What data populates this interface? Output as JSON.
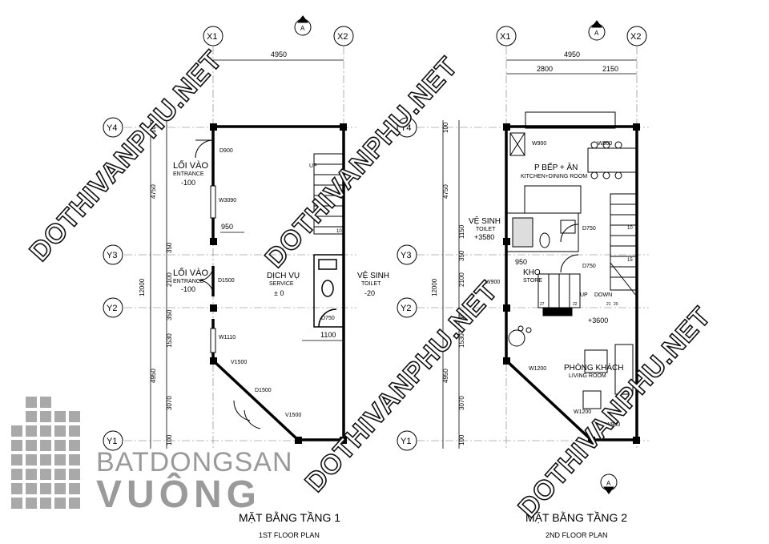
{
  "floor1": {
    "title": "MẶT BẰNG TẦNG 1",
    "subtitle": "1ST  FLOOR PLAN",
    "dim_top": "4950",
    "dims_left": [
      "100",
      "4750",
      "350",
      "2100",
      "350",
      "1530",
      "4950",
      "3070",
      "100",
      "12000"
    ],
    "rooms": {
      "entrance1_vi": "LỐI VÀO",
      "entrance1_en": "ENTRANCE",
      "entrance1_lvl": "-100",
      "entrance2_vi": "LỐI VÀO",
      "entrance2_en": "ENTRANCE",
      "entrance2_lvl": "-100",
      "service_vi": "DỊCH VỤ",
      "service_en": "SERVICE",
      "service_lvl": "± 0",
      "toilet_vi": "VỆ SINH",
      "toilet_en": "TOILET",
      "toilet_lvl": "-20"
    },
    "tags": [
      "D900",
      "W3090",
      "950",
      "D1500",
      "W1110",
      "V1500",
      "D1500",
      "V1500",
      "D750",
      "1100",
      "UP",
      "10"
    ]
  },
  "floor2": {
    "title": "MẶT BẰNG TẦNG 2",
    "subtitle": "2ND  FLOOR PLAN",
    "dim_top": "4950",
    "dim_top_parts": [
      "2800",
      "2150"
    ],
    "dims_left": [
      "100",
      "4750",
      "1150",
      "350",
      "2100",
      "350",
      "1530",
      "4950",
      "3070",
      "100",
      "12000"
    ],
    "rooms": {
      "kitchen_vi": "P BẾP + ĂN",
      "kitchen_en": "KITCHEN+DINING ROOM",
      "toilet_vi": "VỆ SINH",
      "toilet_en": "TOILET",
      "toilet_lvl": "+3580",
      "store_vi": "KHO",
      "store_en": "STORE",
      "living_vi": "PHÒNG KHÁCH",
      "living_en": "LIVING ROOM",
      "landing_lvl": "+3600"
    },
    "tags": [
      "W900",
      "W900",
      "D750",
      "950",
      "D750",
      "W900",
      "UP",
      "DOWN",
      "W1200",
      "W1200",
      "W900",
      "10",
      "15",
      "27",
      "22",
      "21",
      "20"
    ]
  },
  "grid": {
    "x1": "X1",
    "x2": "X2",
    "y1": "Y1",
    "y2": "Y2",
    "y3": "Y3",
    "y4": "Y4",
    "section": "A"
  },
  "watermark": "DOTHIVANPHU.NET",
  "logo": {
    "line1": "BATDONGSAN",
    "line2": "VUÔNG"
  }
}
